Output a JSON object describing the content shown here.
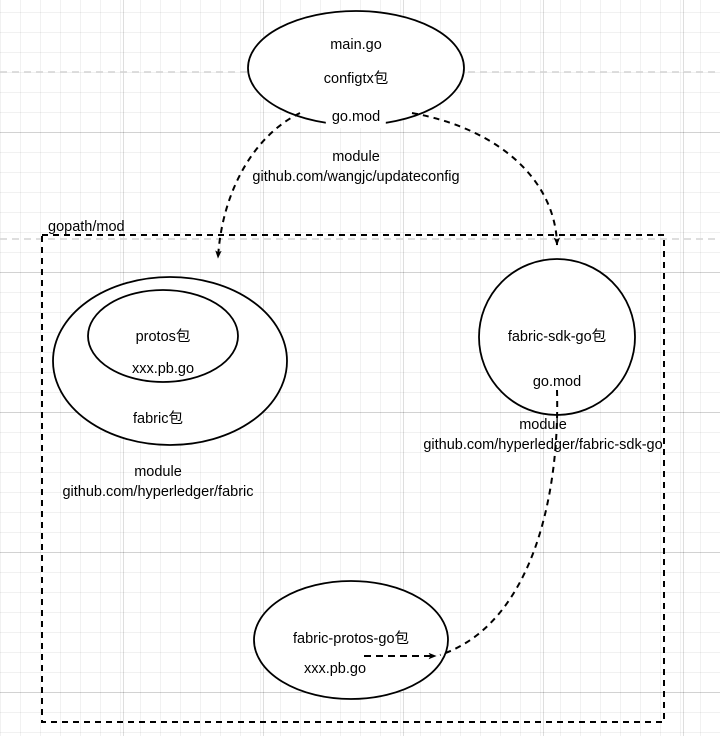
{
  "diagram": {
    "title": "go module dependency diagram",
    "grid": {
      "minor_color": "#f0f0f0",
      "major_color": "#e0e0e0",
      "dashed_rule_color": "#d0d0d0"
    },
    "stroke_color": "#000000",
    "nodes": {
      "main_app": {
        "shape": "ellipse",
        "lines": [
          "main.go",
          "configtx包",
          "go.mod"
        ],
        "module_label": [
          "module",
          "github.com/wangjc/updateconfig"
        ]
      },
      "gopath_container": {
        "shape": "dashed-rectangle",
        "label": "gopath/mod"
      },
      "fabric_outer": {
        "shape": "ellipse",
        "lines": [
          "fabric包"
        ],
        "module_label": [
          "module",
          "github.com/hyperledger/fabric"
        ]
      },
      "protos_inner": {
        "shape": "ellipse",
        "lines": [
          "protos包",
          "xxx.pb.go"
        ]
      },
      "fabric_sdk_go": {
        "shape": "circle",
        "lines": [
          "fabric-sdk-go包",
          "go.mod"
        ],
        "module_label": [
          "module",
          "github.com/hyperledger/fabric-sdk-go"
        ]
      },
      "fabric_protos_go": {
        "shape": "ellipse",
        "lines": [
          "fabric-protos-go包",
          "xxx.pb.go"
        ]
      }
    },
    "edges": [
      {
        "name": "main-to-fabric",
        "style": "dashed",
        "from": "main_app.go.mod",
        "to": "fabric_outer",
        "arrow": true
      },
      {
        "name": "main-to-fabric-sdk-go",
        "style": "dashed",
        "from": "main_app.go.mod",
        "to": "fabric_sdk_go",
        "arrow": true
      },
      {
        "name": "sdk-to-fabric-protos-go",
        "style": "dashed",
        "from": "fabric_sdk_go.go.mod",
        "to": "fabric_protos_go",
        "arrow": true
      }
    ]
  }
}
